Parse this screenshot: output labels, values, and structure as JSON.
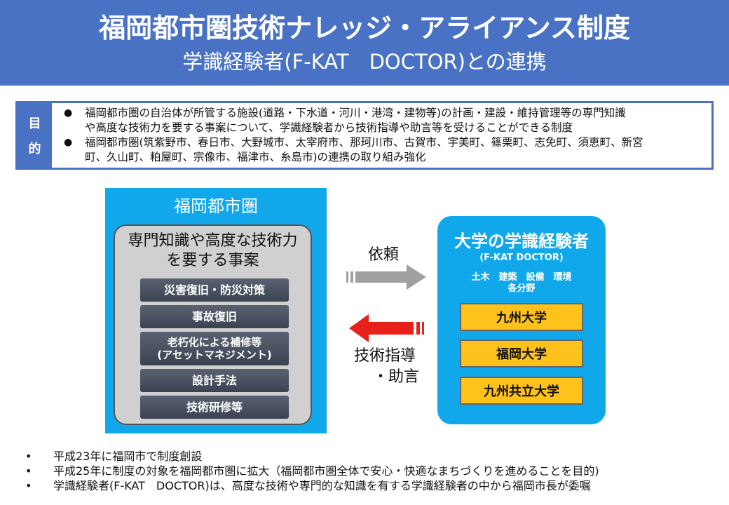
{
  "header": {
    "title": "福岡都市圏技術ナレッジ・アライアンス制度",
    "subtitle": "学識経験者(F-KAT　DOCTOR)との連携"
  },
  "purpose": {
    "label_1": "目",
    "label_2": "的",
    "bullet": "●",
    "items": [
      {
        "line1": "福岡都市圏の自治体が所管する施設(道路・下水道・河川・港湾・建物等)の計画・建設・維持管理等の専門知識",
        "line2": "や高度な技術力を要する事案について、学識経験者から技術指導や助言等を受けることができる制度"
      },
      {
        "line1": "福岡都市圏(筑紫野市、春日市、大野城市、太宰府市、那珂川市、古賀市、宇美町、篠栗町、志免町、須恵町、新宮",
        "line2": "町、久山町、粕屋町、宗像市、福津市、糸島市)の連携の取り組み強化"
      }
    ]
  },
  "city": {
    "title": "福岡都市圏",
    "project_title_1": "専門知識や高度な技術力",
    "project_title_2": "を要する事案",
    "items": [
      {
        "label": "災害復旧・防災対策"
      },
      {
        "label": "事故復旧"
      },
      {
        "label": "老朽化による補修等",
        "sub": "(アセットマネジメント)"
      },
      {
        "label": "設計手法"
      },
      {
        "label": "技術研修等"
      }
    ]
  },
  "arrows": {
    "request": "依頼",
    "guidance_1": "技術指導",
    "guidance_2": "・助言",
    "request_color": "#a0a0a0",
    "guidance_color": "#e8201a"
  },
  "university": {
    "title": "大学の学識経験者",
    "subtitle": "(F-KAT DOCTOR)",
    "fields_1": "土木　建築　設備　環境",
    "fields_2": "各分野",
    "items": [
      "九州大学",
      "福岡大学",
      "九州共立大学"
    ]
  },
  "notes": {
    "bullet": "•",
    "items": [
      "平成23年に福岡市で制度創設",
      "平成25年に制度の対象を福岡都市圏に拡大（福岡都市圏全体で安心・快適なまちづくりを進めることを目的)",
      "学識経験者(F-KAT　DOCTOR)は、高度な技術や専門的な知識を有する学識経験者の中から福岡市長が委嘱"
    ]
  }
}
